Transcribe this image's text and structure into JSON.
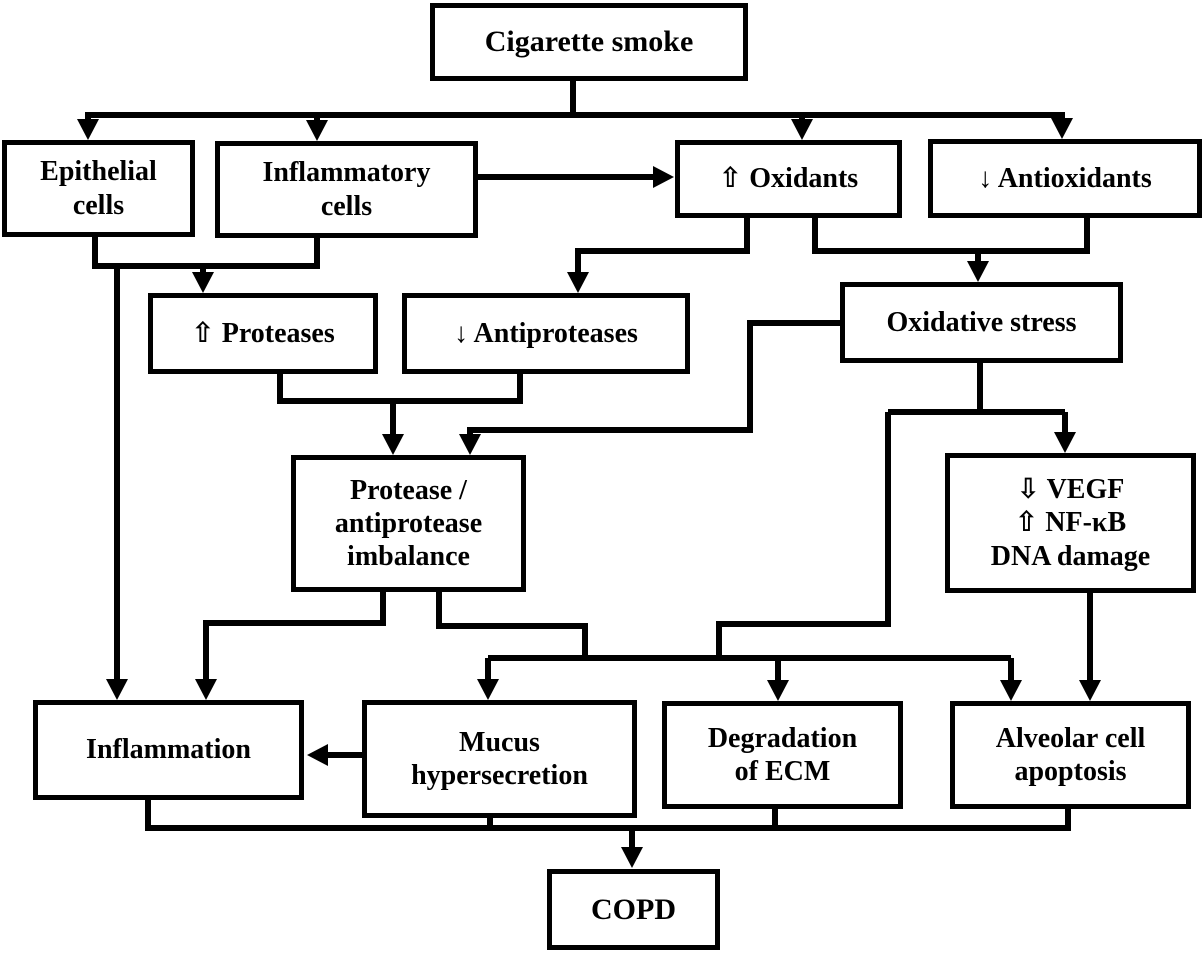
{
  "diagram_data": {
    "type": "flowchart",
    "direction": "top-down",
    "line_color": "#000000",
    "box_background": "#ffffff",
    "nodes": {
      "cigarette_smoke": {
        "label": "Cigarette smoke"
      },
      "epithelial_cells": {
        "label": "Epithelial\ncells"
      },
      "inflammatory_cells": {
        "label": "Inflammatory\ncells"
      },
      "oxidants": {
        "label": "⇧ Oxidants"
      },
      "antioxidants": {
        "label": "↓ Antioxidants"
      },
      "proteases": {
        "label": "⇧ Proteases"
      },
      "antiproteases": {
        "label": "↓ Antiproteases"
      },
      "oxidative_stress": {
        "label": "Oxidative stress"
      },
      "protease_antiprotease_imbalance": {
        "label": "Protease /\nantiprotease\nimbalance"
      },
      "vegf_nfkb_dna": {
        "label": "⇩ VEGF\n⇧ NF-κB\nDNA damage"
      },
      "inflammation": {
        "label": "Inflammation"
      },
      "mucus_hypersecretion": {
        "label": "Mucus\nhypersecretion"
      },
      "degradation_of_ecm": {
        "label": "Degradation\nof ECM"
      },
      "alveolar_cell_apoptosis": {
        "label": "Alveolar cell\napoptosis"
      },
      "copd": {
        "label": "COPD"
      }
    },
    "edges": [
      {
        "from": [
          "cigarette_smoke"
        ],
        "to": [
          "epithelial_cells",
          "inflammatory_cells",
          "oxidants",
          "antioxidants"
        ]
      },
      {
        "from": [
          "inflammatory_cells"
        ],
        "to": [
          "oxidants"
        ]
      },
      {
        "from": [
          "epithelial_cells",
          "inflammatory_cells"
        ],
        "to": [
          "proteases",
          "inflammation"
        ]
      },
      {
        "from": [
          "oxidants"
        ],
        "to": [
          "antiproteases"
        ]
      },
      {
        "from": [
          "oxidants",
          "antioxidants"
        ],
        "to": [
          "oxidative_stress"
        ]
      },
      {
        "from": [
          "proteases",
          "antiproteases"
        ],
        "to": [
          "protease_antiprotease_imbalance"
        ]
      },
      {
        "from": [
          "oxidative_stress"
        ],
        "to": [
          "protease_antiprotease_imbalance",
          "vegf_nfkb_dna"
        ]
      },
      {
        "from": [
          "oxidative_stress",
          "protease_antiprotease_imbalance"
        ],
        "to": [
          "mucus_hypersecretion",
          "degradation_of_ecm",
          "alveolar_cell_apoptosis"
        ]
      },
      {
        "from": [
          "protease_antiprotease_imbalance"
        ],
        "to": [
          "inflammation"
        ]
      },
      {
        "from": [
          "vegf_nfkb_dna"
        ],
        "to": [
          "alveolar_cell_apoptosis"
        ]
      },
      {
        "from": [
          "mucus_hypersecretion"
        ],
        "to": [
          "inflammation"
        ]
      },
      {
        "from": [
          "inflammation",
          "mucus_hypersecretion",
          "degradation_of_ecm",
          "alveolar_cell_apoptosis"
        ],
        "to": [
          "copd"
        ]
      }
    ]
  }
}
